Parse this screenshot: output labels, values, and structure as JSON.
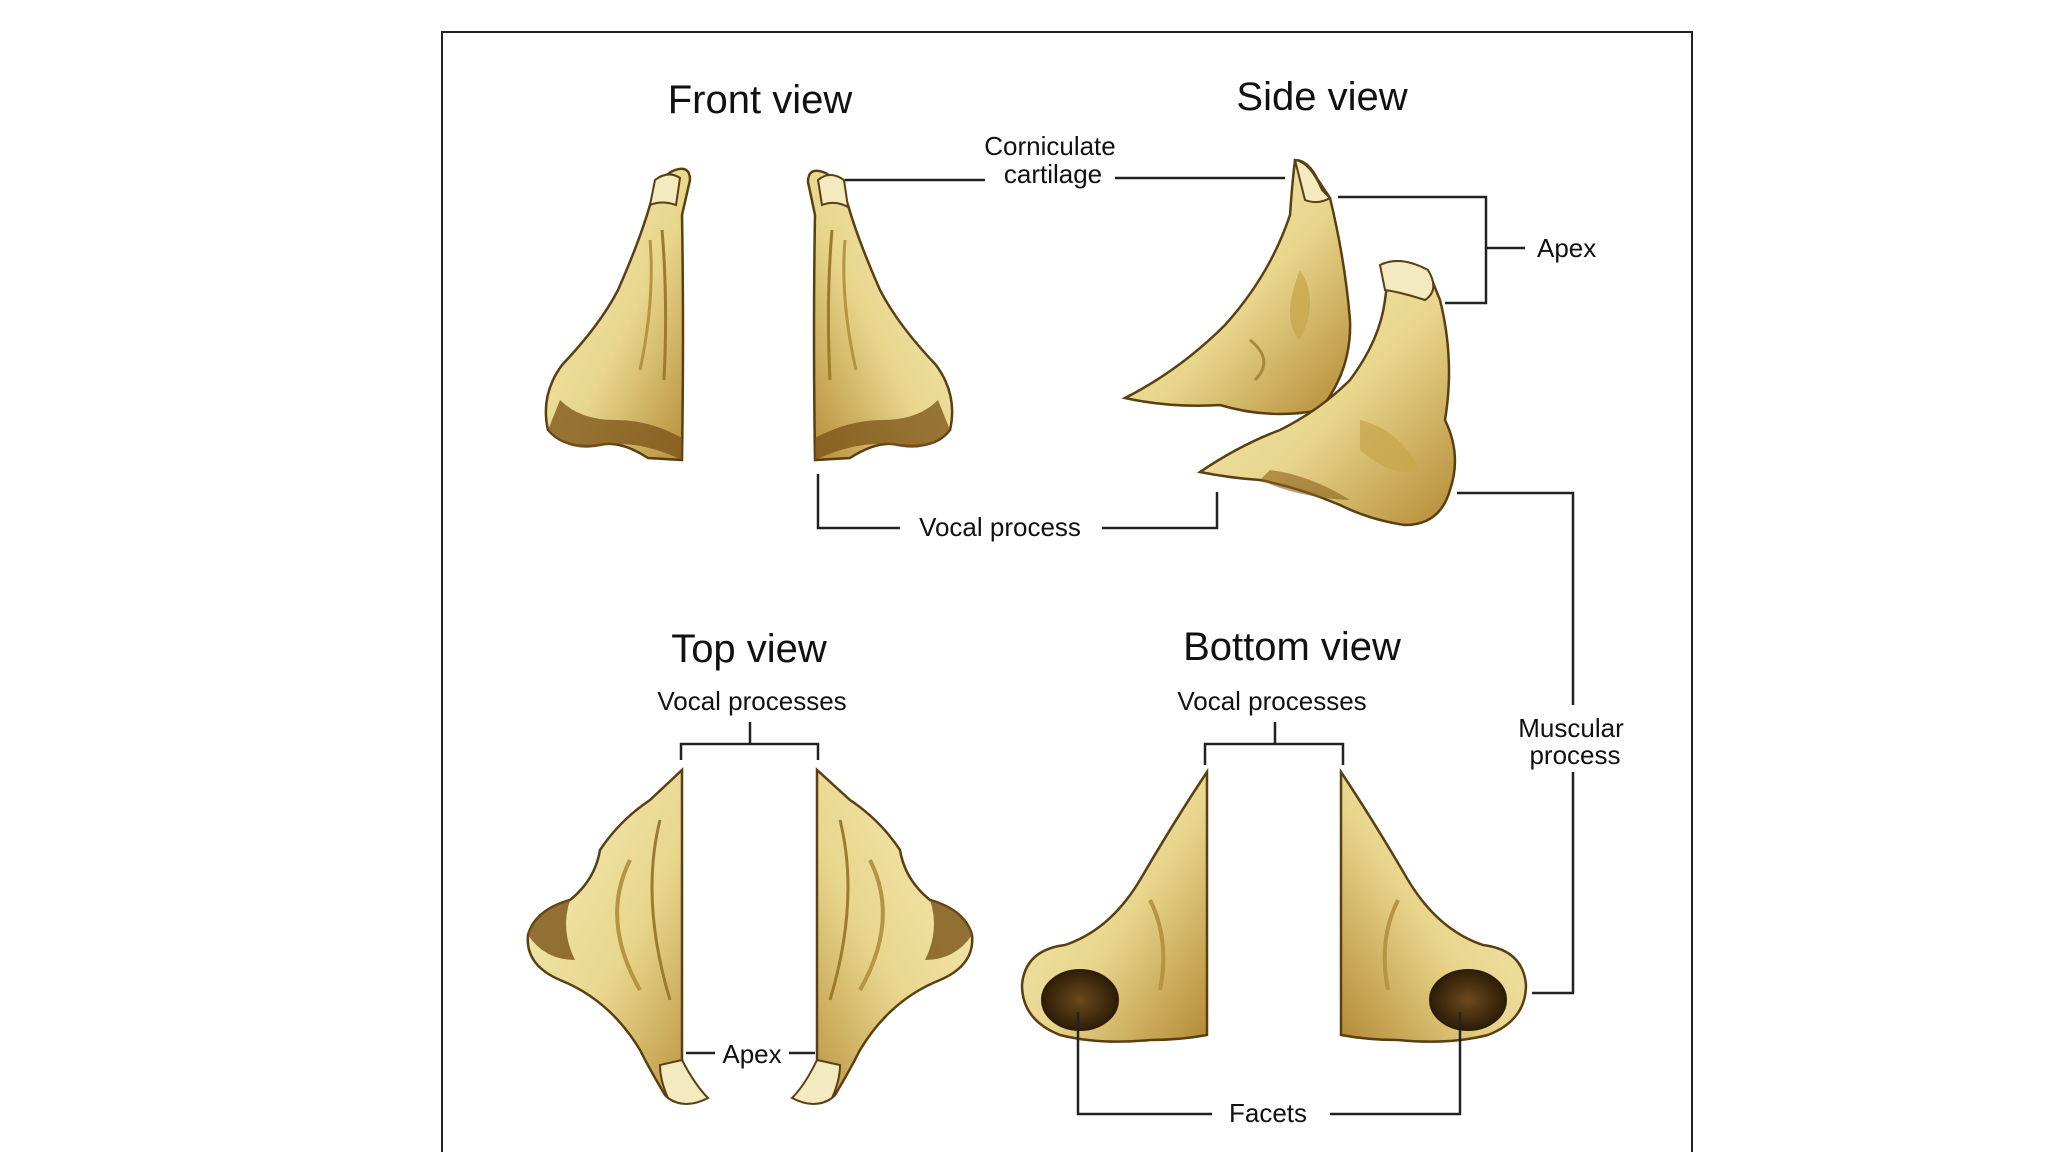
{
  "views": {
    "front": "Front view",
    "side": "Side view",
    "top": "Top view",
    "bottom": "Bottom view"
  },
  "labels": {
    "corniculate_line1": "Corniculate",
    "corniculate_line2": "cartilage",
    "apex": "Apex",
    "vocal_process": "Vocal process",
    "vocal_processes_top": "Vocal processes",
    "vocal_processes_bottom": "Vocal processes",
    "muscular_line1": "Muscular",
    "muscular_line2": "process",
    "apex_top": "Apex",
    "facets": "Facets"
  },
  "colors": {
    "cartilage_light": "#f0e4a6",
    "cartilage_mid": "#d9c06a",
    "cartilage_dark": "#8a5f1c",
    "facet": "#4a3212"
  }
}
